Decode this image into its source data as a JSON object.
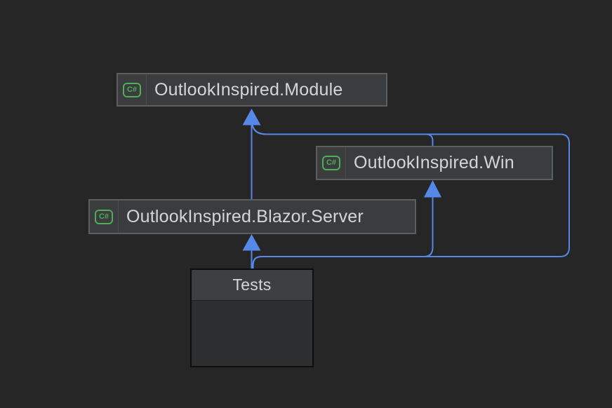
{
  "diagram": {
    "kind": "project-dependency-diagram",
    "background_color": "#262627",
    "edge_color": "#5688E8",
    "csharp_icon": {
      "label": "C#",
      "color": "#4FAD55"
    },
    "nodes": [
      {
        "id": "outlookinspired-module",
        "label": "OutlookInspired.Module",
        "icon": "csharp-project"
      },
      {
        "id": "outlookinspired-win",
        "label": "OutlookInspired.Win",
        "icon": "csharp-project"
      },
      {
        "id": "outlookinspired-blazor-server",
        "label": "OutlookInspired.Blazor.Server",
        "icon": "csharp-project"
      },
      {
        "id": "tests",
        "label": "Tests"
      }
    ],
    "edges": [
      {
        "from": "tests",
        "to": "outlookinspired-blazor-server"
      },
      {
        "from": "tests",
        "to": "outlookinspired-win"
      },
      {
        "from": "tests",
        "to": "outlookinspired-module"
      },
      {
        "from": "outlookinspired-blazor-server",
        "to": "outlookinspired-module"
      },
      {
        "from": "outlookinspired-win",
        "to": "outlookinspired-module"
      }
    ]
  }
}
